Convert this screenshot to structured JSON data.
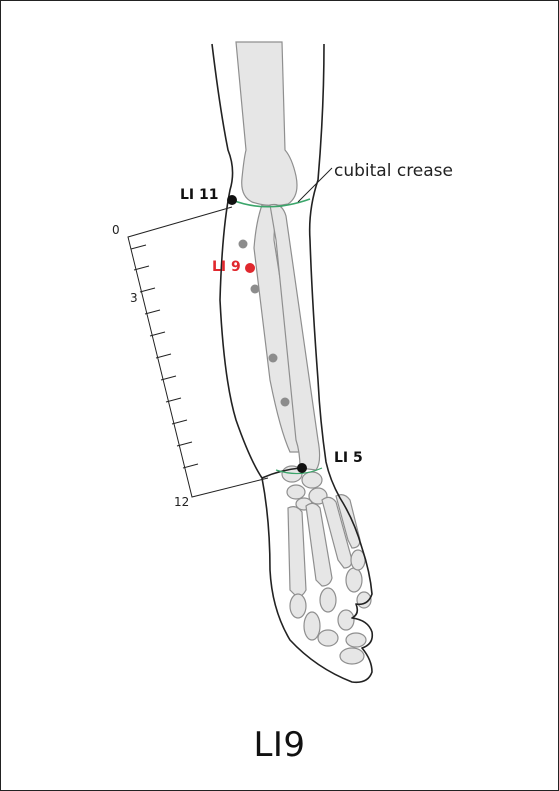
{
  "title": "LI9",
  "labels": {
    "li11": "LI 11",
    "li9": "LI 9",
    "li5": "LI 5",
    "crease": "cubital crease"
  },
  "scale": {
    "ticks": [
      "0",
      "3",
      "12"
    ]
  },
  "colors": {
    "outline": "#222222",
    "bone_fill": "#e6e6e6",
    "bone_stroke": "#8f8f8f",
    "crease": "#3aa56a",
    "target": "#e0282e",
    "point": "#111111",
    "minor_point": "#8c8c8c"
  }
}
